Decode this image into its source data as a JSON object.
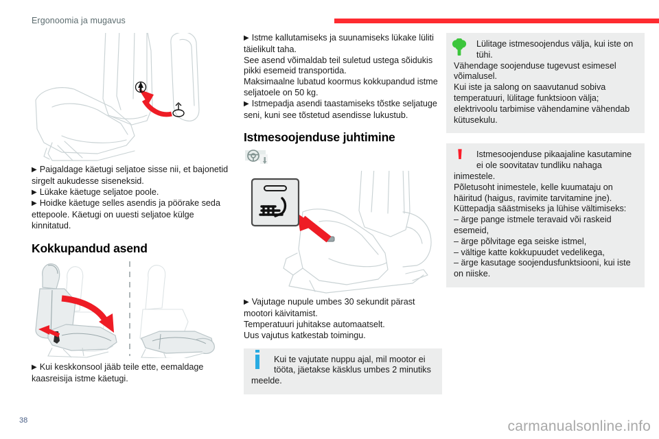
{
  "header": {
    "title": "Ergonoomia ja mugavus",
    "rule_color": "#fe2b30"
  },
  "colors": {
    "accent_red": "#fe2b30",
    "warning_red": "#fb1c29",
    "info_blue": "#29abe2",
    "eco_green": "#3cc63c",
    "callout_bg": "#eceded",
    "header_text": "#5b6b6e"
  },
  "left_column": {
    "illustration_1": "car-seat-with-armrest-red-arrow-illustration",
    "instructions": [
      {
        "marker": "▶",
        "text": "Paigaldage käetugi seljatoe sisse nii, et bajonetid sirgelt aukudesse siseneksid."
      },
      {
        "marker": "▶",
        "text": "Lükake käetuge seljatoe poole."
      },
      {
        "marker": "▶",
        "text": "Hoidke käetuge selles asendis ja pöörake seda ettepoole. Käetugi on uuesti seljatoe külge kinnitatud."
      }
    ],
    "heading": "Kokkupandud asend",
    "illustration_2": "two-folding-seats-red-arrow-illustration",
    "instructions_2": [
      {
        "marker": "▶",
        "text": "Kui keskkonsool jääb teile ette, eemaldage kaasreisija istme käetugi."
      }
    ]
  },
  "middle_column": {
    "instructions": [
      {
        "marker": "▶",
        "text": "Istme kallutamiseks ja suunamiseks lükake lüliti täielikult taha."
      },
      {
        "marker": "",
        "text": "See asend võimaldab teil suletud ustega sõidukis pikki esemeid transportida."
      },
      {
        "marker": "",
        "text": "Maksimaalne lubatud koormus kokkupandud istme seljatoele on 50 kg."
      },
      {
        "marker": "▶",
        "text": "Istmepadja asendi taastamiseks tõstke seljatuge seni, kuni see tõstetud asendisse lukustub."
      }
    ],
    "heading": "Istmesoojenduse juhtimine",
    "steering_icon": "steering-wheel-icon",
    "illustration": "seat-heating-button-and-seat-illustration",
    "button_icon": "seat-heater-button-icon",
    "instructions_2": [
      {
        "marker": "▶",
        "text": "Vajutage nupule umbes 30 sekundit pärast mootori käivitamist."
      },
      {
        "marker": "",
        "text": "Temperatuuri juhitakse automaatselt."
      },
      {
        "marker": "",
        "text": "Uus vajutus katkestab toimingu."
      }
    ],
    "info_callout": {
      "icon": "info-icon",
      "lead": "Kui te vajutate nuppu ajal, mil mootor ei tööta, jäetakse käsklus umbes 2 minutiks",
      "rest": "meelde."
    }
  },
  "right_column": {
    "eco_callout": {
      "icon": "eco-tree-icon",
      "lead": "Lülitage istmesoojendus välja, kui iste on tühi.",
      "rest": [
        "Vähendage soojenduse tugevust esimesel võimalusel.",
        "Kui iste ja salong on saavutanud sobiva temperatuuri, lülitage funktsioon välja; elektrivoolu tarbimise vähendamine vähendab kütusekulu."
      ]
    },
    "warning_callout": {
      "icon": "warning-icon",
      "lead": "Istmesoojenduse pikaajaline kasutamine ei ole soovitatav tundliku nahaga",
      "rest": [
        "inimestele.",
        "Põletusoht inimestele, kelle kuumataju on häiritud (haigus, ravimite tarvitamine jne).",
        "Küttepadja säästmiseks ja lühise vältimiseks:"
      ],
      "bullets": [
        "–  ärge pange istmele teravaid või raskeid esemeid,",
        "–  ärge põlvitage ega seiske istmel,",
        "–  vältige katte kokkupuudet vedelikega,",
        "–  ärge kasutage soojendusfunktsiooni, kui iste on niiske."
      ]
    }
  },
  "footer": {
    "page_number": "38",
    "watermark": "carmanualsonline.info"
  }
}
